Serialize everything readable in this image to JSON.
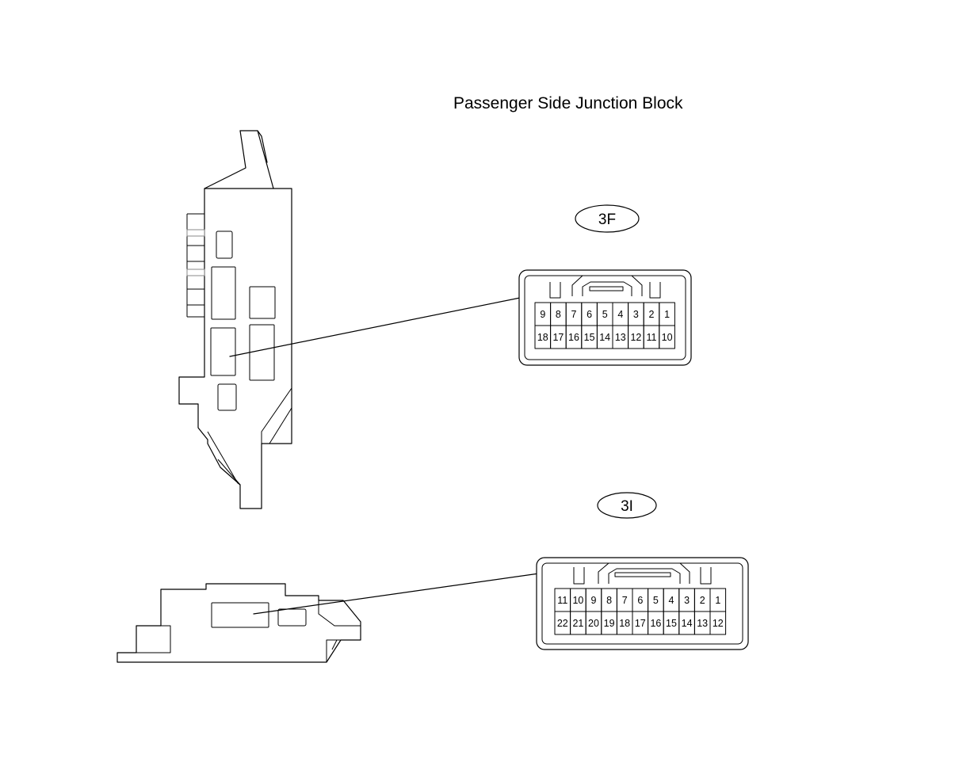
{
  "title": "Passenger Side Junction Block",
  "connectors": [
    {
      "id": "3F",
      "label": "3F",
      "top_row": [
        "9",
        "8",
        "7",
        "6",
        "5",
        "4",
        "3",
        "2",
        "1"
      ],
      "bottom_row": [
        "18",
        "17",
        "16",
        "15",
        "14",
        "13",
        "12",
        "11",
        "10"
      ]
    },
    {
      "id": "3I",
      "label": "3I",
      "top_row": [
        "11",
        "10",
        "9",
        "8",
        "7",
        "6",
        "5",
        "4",
        "3",
        "2",
        "1"
      ],
      "bottom_row": [
        "22",
        "21",
        "20",
        "19",
        "18",
        "17",
        "16",
        "15",
        "14",
        "13",
        "12"
      ]
    }
  ]
}
